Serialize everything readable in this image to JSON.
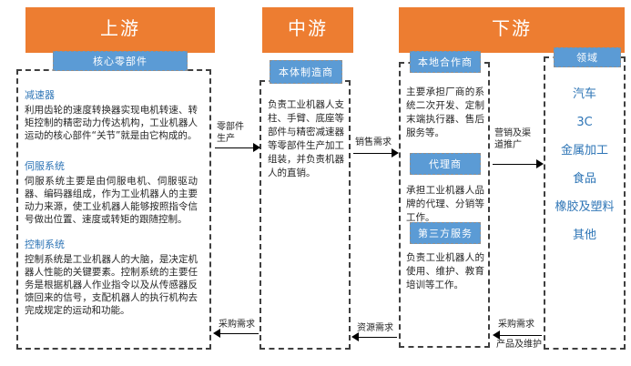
{
  "theme": {
    "banner_color": "#ED7D31",
    "chip_color": "#5B9BD5",
    "accent_text_color": "#2E75B6",
    "body_text_color": "#262626",
    "border_color": "#3F3F3F"
  },
  "banners": {
    "upstream": "上游",
    "midstream": "中游",
    "downstream": "下游"
  },
  "upstream": {
    "chip": "核心零部件",
    "segments": [
      {
        "title": "减速器",
        "body": "利用齿轮的速度转换器实现电机转速、转矩控制的精密动力传达机构，工业机器人运动的核心部件“关节”就是由它构成的。"
      },
      {
        "title": "伺服系统",
        "body": "伺服系统主要是由伺服电机、伺服驱动器、编码器组成，作为工业机器人的主要动力来源，使工业机器人能够按照指令信号做出位置、速度或转矩的跟随控制。"
      },
      {
        "title": "控制系统",
        "body": "控制系统是工业机器人的大脑，是决定机器人性能的关键要素。控制系统的主要任务是根据机器人作业指令以及从传感器反馈回来的信号，支配机器人的执行机构去完成规定的运动和功能。"
      }
    ]
  },
  "midstream": {
    "chip": "本体制造商",
    "body": "负责工业机器人支柱、手臂、底座等部件与精密减速器等零部件生产加工组装，并负责机器人的直销。"
  },
  "downstream": {
    "blocks": [
      {
        "chip": "本地合作商",
        "body": "主要承担厂商的系统二次开发、定制末端执行器、售后服务等。"
      },
      {
        "chip": "代理商",
        "body": "承担工业机器人品牌的代理、分销等工作。"
      },
      {
        "chip": "第三方服务",
        "body": "负责工业机器人的使用、维护、教育培训等工作。"
      }
    ],
    "domain": {
      "chip": "领域",
      "items": [
        "汽车",
        "3C",
        "金属加工",
        "食品",
        "橡胶及塑料",
        "其他"
      ]
    }
  },
  "arrows": [
    {
      "id": "parts-production",
      "label": "零部件\n生产",
      "direction": "right"
    },
    {
      "id": "procurement-demand-upstream",
      "label": "采购需求",
      "direction": "left"
    },
    {
      "id": "sales-demand",
      "label": "销售需求",
      "direction": "right"
    },
    {
      "id": "resource-demand",
      "label": "资源需求",
      "direction": "left"
    },
    {
      "id": "marketing-channel",
      "label": "营销及渠道推广",
      "direction": "right"
    },
    {
      "id": "procurement-demand-downstream",
      "label": "采购需求",
      "direction": "left"
    },
    {
      "id": "products-maintenance",
      "label": "产品及维护",
      "direction": "left"
    }
  ],
  "arrow_labels": {
    "parts_production_l1": "零部件",
    "parts_production_l2": "生产",
    "procurement_upstream": "采购需求",
    "sales_demand": "销售需求",
    "resource_demand": "资源需求",
    "marketing_l1": "营销及渠",
    "marketing_l2": "道推广",
    "procurement_downstream": "采购需求",
    "products_maintenance": "产品及维护"
  }
}
